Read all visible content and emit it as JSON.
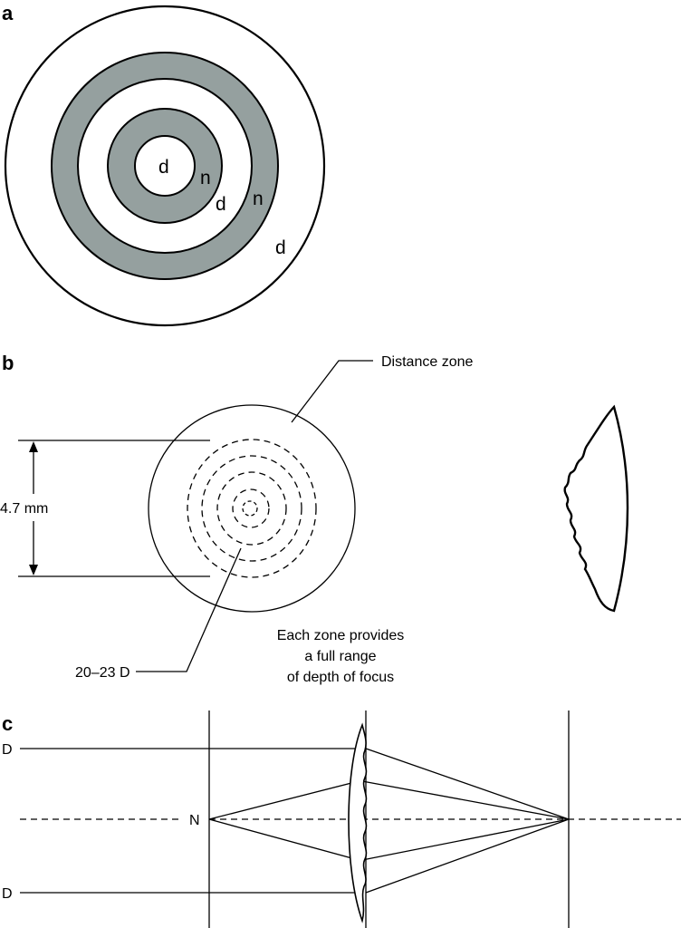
{
  "panels": {
    "a": {
      "label": "a",
      "zone_labels": [
        "d",
        "n",
        "d",
        "n",
        "d"
      ],
      "colors": {
        "near_zone_fill": "#95a09f",
        "stroke": "#000000",
        "background": "#ffffff"
      }
    },
    "b": {
      "label": "b",
      "distance_zone": "Distance zone",
      "dimension": "4.7 mm",
      "power": "20–23 D",
      "description": [
        "Each zone provides",
        "a full range",
        "of depth of focus"
      ]
    },
    "c": {
      "label": "c",
      "distance_top": "D",
      "distance_bottom": "D",
      "near": "N"
    }
  }
}
